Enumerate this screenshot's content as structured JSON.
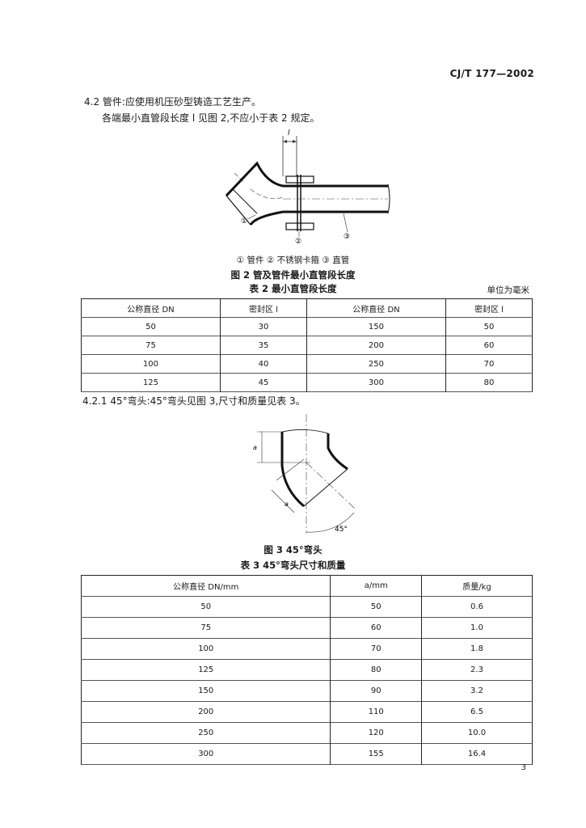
{
  "header": {
    "standard_number": "CJ/T 177—2002"
  },
  "section_4_2": {
    "line1": "4.2  管件:应使用机压砂型铸造工艺生产。",
    "line2": "各端最小直管段长度 l 见图 2,不应小于表 2 规定。"
  },
  "figure2": {
    "dim_label": "l",
    "callouts": [
      "①",
      "②",
      "③"
    ],
    "legend": "① 管件   ② 不锈钢卡箍   ③ 直管",
    "caption": "图 2   管及管件最小直管段长度"
  },
  "table2": {
    "title": "表 2   最小直管段长度",
    "unit": "单位为毫米",
    "headers": [
      "公称直径 DN",
      "密封区 l",
      "公称直径 DN",
      "密封区 l"
    ],
    "rows": [
      [
        "50",
        "30",
        "150",
        "50"
      ],
      [
        "75",
        "35",
        "200",
        "60"
      ],
      [
        "100",
        "40",
        "250",
        "70"
      ],
      [
        "125",
        "45",
        "300",
        "80"
      ]
    ]
  },
  "section_4_2_1": {
    "text": "4.2.1  45°弯头:45°弯头见图 3,尺寸和质量见表 3。"
  },
  "figure3": {
    "dim_a_vertical": "a",
    "dim_a_diagonal": "a",
    "angle_label": "45°",
    "caption": "图 3   45°弯头"
  },
  "table3": {
    "title": "表 3   45°弯头尺寸和质量",
    "headers": [
      "公称直径 DN/mm",
      "a/mm",
      "质量/kg"
    ],
    "rows": [
      [
        "50",
        "50",
        "0.6"
      ],
      [
        "75",
        "60",
        "1.0"
      ],
      [
        "100",
        "70",
        "1.8"
      ],
      [
        "125",
        "80",
        "2.3"
      ],
      [
        "150",
        "90",
        "3.2"
      ],
      [
        "200",
        "110",
        "6.5"
      ],
      [
        "250",
        "120",
        "10.0"
      ],
      [
        "300",
        "155",
        "16.4"
      ]
    ]
  },
  "page_number": "3"
}
